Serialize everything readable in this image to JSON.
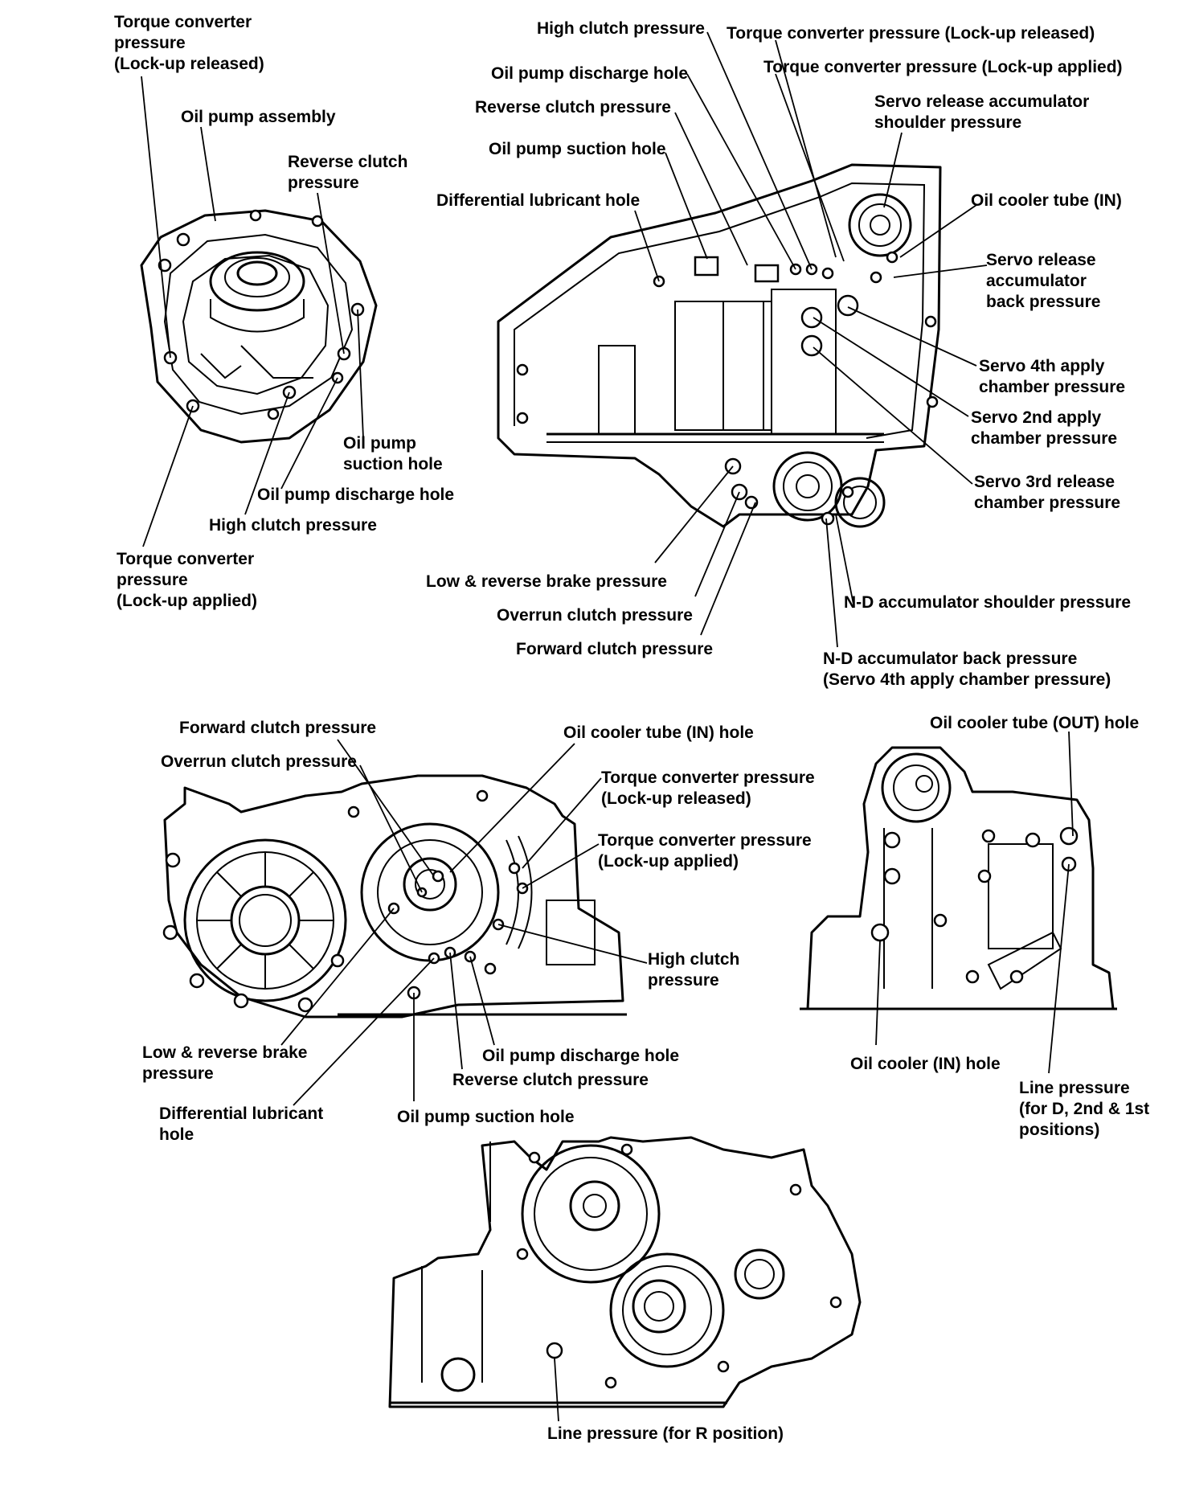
{
  "labels": {
    "tl_tc_released": [
      "Torque converter",
      "pressure",
      "(Lock-up released)"
    ],
    "tl_oil_pump_assembly": [
      "Oil pump assembly"
    ],
    "tl_reverse_clutch": [
      "Reverse clutch",
      "pressure"
    ],
    "tl_oil_pump_suction": [
      "Oil pump",
      "suction hole"
    ],
    "tl_oil_pump_discharge": [
      "Oil pump discharge hole"
    ],
    "tl_high_clutch": [
      "High clutch pressure"
    ],
    "tl_tc_applied": [
      "Torque converter",
      "pressure",
      "(Lock-up applied)"
    ],
    "tr_high_clutch": [
      "High clutch pressure"
    ],
    "tr_tc_released": [
      "Torque converter pressure (Lock-up released)"
    ],
    "tr_oil_pump_discharge": [
      "Oil pump discharge hole"
    ],
    "tr_tc_applied": [
      "Torque converter pressure (Lock-up applied)"
    ],
    "tr_reverse_clutch": [
      "Reverse clutch pressure"
    ],
    "tr_servo_release_shoulder": [
      "Servo release accumulator",
      "shoulder pressure"
    ],
    "tr_oil_pump_suction": [
      "Oil pump suction hole"
    ],
    "tr_diff_lubricant": [
      "Differential lubricant hole"
    ],
    "tr_oil_cooler_tube_in": [
      "Oil cooler tube (IN)"
    ],
    "tr_servo_release_back": [
      "Servo release",
      "accumulator",
      "back pressure"
    ],
    "tr_servo_4th_apply": [
      "Servo 4th apply",
      "chamber pressure"
    ],
    "tr_servo_2nd_apply": [
      "Servo 2nd apply",
      "chamber pressure"
    ],
    "tr_servo_3rd_release": [
      "Servo 3rd release",
      "chamber pressure"
    ],
    "tr_low_reverse_brake": [
      "Low & reverse brake pressure"
    ],
    "tr_overrun_clutch": [
      "Overrun clutch pressure"
    ],
    "tr_nd_shoulder": [
      "N-D accumulator shoulder pressure"
    ],
    "tr_forward_clutch": [
      "Forward clutch pressure"
    ],
    "tr_nd_back": [
      "N-D accumulator back pressure",
      "(Servo 4th apply chamber pressure)"
    ],
    "ml_forward_clutch": [
      "Forward clutch pressure"
    ],
    "ml_oil_cooler_tube_in_hole": [
      "Oil cooler tube (IN) hole"
    ],
    "ml_overrun_clutch": [
      "Overrun clutch pressure"
    ],
    "ml_tc_released": [
      "Torque converter pressure",
      "(Lock-up released)"
    ],
    "ml_tc_applied": [
      "Torque converter pressure",
      "(Lock-up applied)"
    ],
    "ml_high_clutch": [
      "High clutch",
      "pressure"
    ],
    "ml_low_reverse_brake": [
      "Low & reverse brake",
      "pressure"
    ],
    "ml_oil_pump_discharge": [
      "Oil pump discharge hole"
    ],
    "ml_reverse_clutch": [
      "Reverse clutch pressure"
    ],
    "ml_diff_lubricant": [
      "Differential lubricant",
      "hole"
    ],
    "ml_oil_pump_suction": [
      "Oil pump suction hole"
    ],
    "mr_oil_cooler_tube_out": [
      "Oil cooler tube (OUT) hole"
    ],
    "mr_oil_cooler_in_hole": [
      "Oil cooler (IN) hole"
    ],
    "mr_line_pressure_d": [
      "Line pressure",
      "(for D, 2nd & 1st",
      "positions)"
    ],
    "bot_line_pressure_r": [
      "Line pressure (for R position)"
    ]
  }
}
